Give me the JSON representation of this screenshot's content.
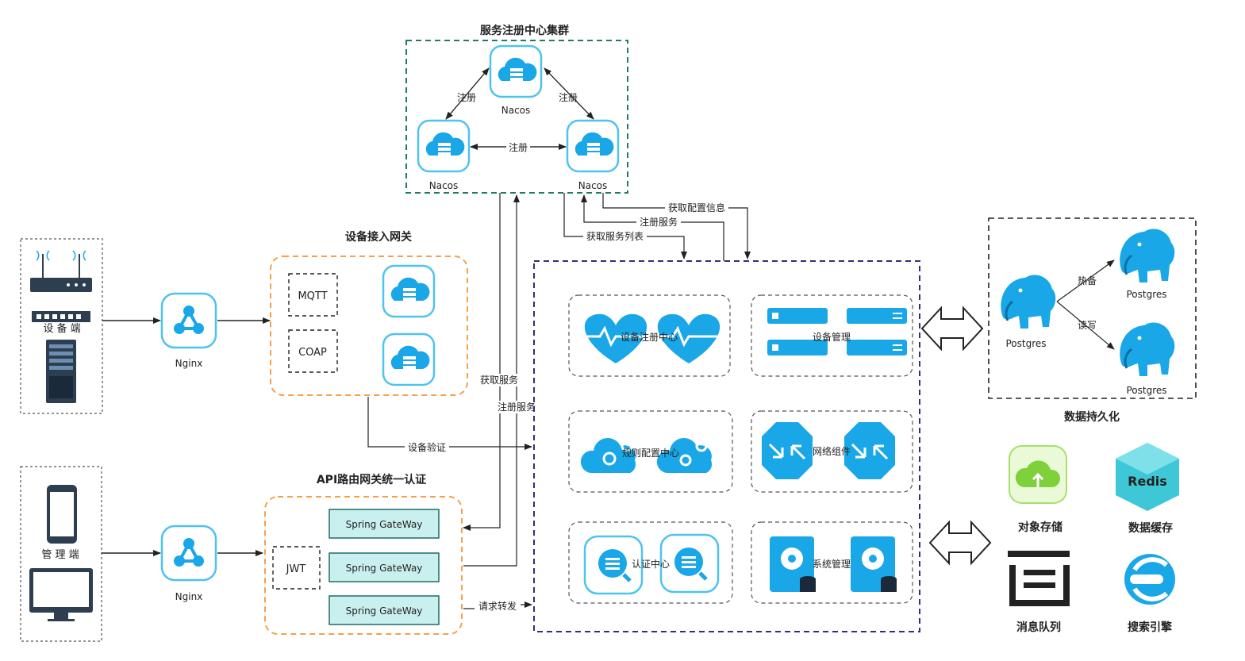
{
  "nacos_cluster": {
    "title": "服务注册中心集群",
    "nodes": [
      "Nacos",
      "Nacos",
      "Nacos"
    ],
    "edge_label": "注册"
  },
  "device_side": {
    "client_label": "设 备 端",
    "nginx_label": "Nginx",
    "gateway_title": "设备接入网关",
    "protocols": [
      "MQTT",
      "COAP"
    ]
  },
  "admin_side": {
    "client_label": "管 理 端",
    "nginx_label": "Nginx",
    "gateway_title": "API路由网关统一认证",
    "jwt_label": "JWT",
    "gateways": [
      "Spring GateWay",
      "Spring GateWay",
      "Spring GateWay"
    ]
  },
  "edges": {
    "get_config": "获取配置信息",
    "register_service": "注册服务",
    "get_service_list": "获取服务列表",
    "get_service": "获取服务",
    "register_service_2": "注册服务",
    "device_auth": "设备验证",
    "request_forward": "请求转发",
    "hot_backup": "热备",
    "read_write": "读写"
  },
  "services": [
    "设备注册中心",
    "设备管理",
    "规则配置中心",
    "网络组件",
    "认证中心",
    "系统管理"
  ],
  "persistence": {
    "title": "数据持久化",
    "nodes": [
      "Postgres",
      "Postgres",
      "Postgres"
    ]
  },
  "middleware": [
    "对象存储",
    "数据缓存",
    "消息队列",
    "搜索引擎"
  ],
  "redis_text": "Redis",
  "colors": {
    "accent": "#1aa7e8",
    "icon_border": "#4ec3ee",
    "nacos_border": "#1f7a66",
    "gateway_border": "#f5a04a",
    "services_border": "#3a2a7a",
    "spring_fill": "#c9f0ee",
    "spring_border": "#1f6a6a"
  }
}
